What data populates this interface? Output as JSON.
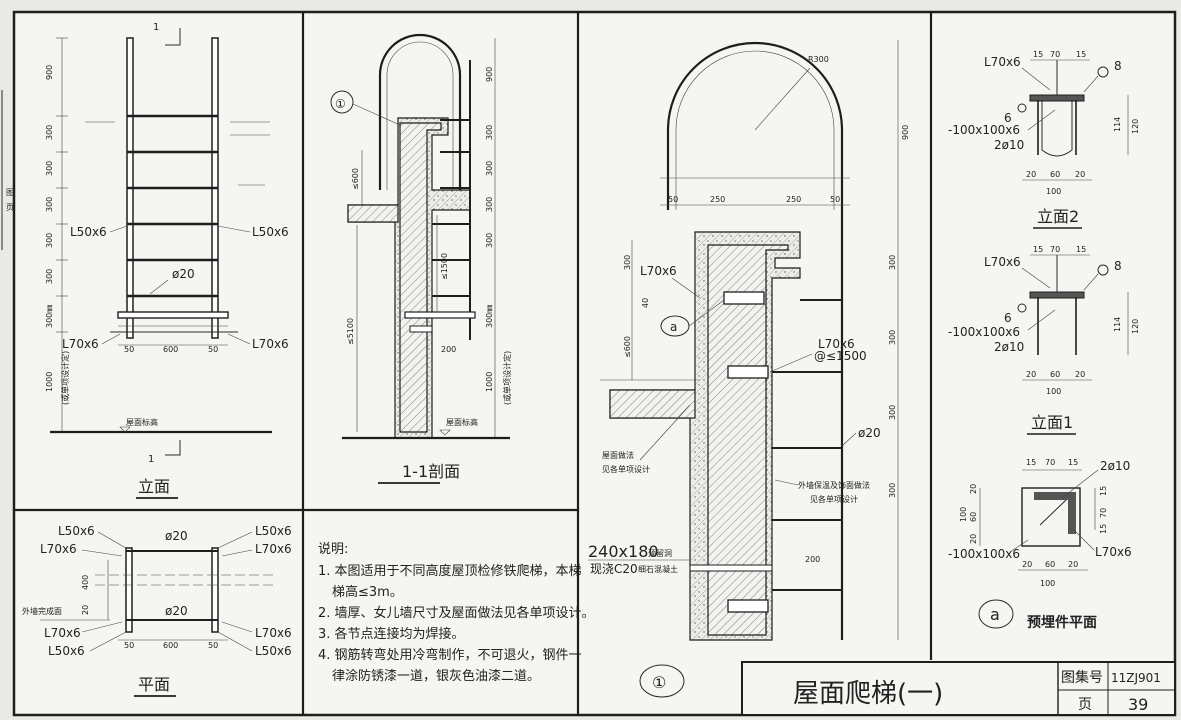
{
  "elevation": {
    "title": "立面",
    "section_mark": "1",
    "dims_left": [
      "900",
      "300",
      "300",
      "300",
      "300",
      "300",
      "300㎜"
    ],
    "dim_bottom": "1000",
    "dim_bottom_note": "(或单项设计定)",
    "width_dims": [
      "50",
      "600",
      "50"
    ],
    "labels": {
      "l50_left": "L50x6",
      "l50_right": "L50x6",
      "phi20": "ø20",
      "l70_left": "L70x6",
      "l70_right": "L70x6"
    },
    "roof_label": "屋面标高"
  },
  "section11": {
    "title": "1-1剖面",
    "callout": "①",
    "dims_right": [
      "900",
      "300",
      "300",
      "300",
      "300",
      "300㎜"
    ],
    "dim_bottom": "1000",
    "dim_bottom_note": "(或单项设计定)",
    "dims_inner": [
      "≤600",
      "≤1500",
      "≤5100"
    ],
    "dim_200": "200",
    "roof_label": "屋面标高"
  },
  "plan": {
    "title": "平面",
    "labels_left": [
      "L50x6",
      "L70x6",
      "外墙完成面",
      "L70x6",
      "L50x6"
    ],
    "labels_right": [
      "L50x6",
      "L70x6",
      "L70x6",
      "L50x6"
    ],
    "phi": [
      "ø20",
      "ø20"
    ],
    "dims": [
      "600",
      "50",
      "400",
      "20",
      "50"
    ]
  },
  "notes": {
    "heading": "说明:",
    "items": [
      "1. 本图适用于不同高度屋顶检修铁爬梯，本梯",
      "梯高≤3m。",
      "2. 墙厚、女儿墙尺寸及屋面做法见各单项设计。",
      "3. 各节点连接均为焊接。",
      "4. 钢筋转弯处用冷弯制作，不可退火，钢件一",
      "律涂防锈漆一道，银灰色油漆二道。"
    ]
  },
  "detail1": {
    "callout": "①",
    "radius": "R300",
    "top_dims": [
      "50",
      "250",
      "250",
      "50"
    ],
    "dims_right": [
      "900",
      "300",
      "300",
      "300",
      "300"
    ],
    "dims_left": [
      "300",
      "40",
      "≤600"
    ],
    "labels": {
      "l70_left": "L70x6",
      "a_mark": "a",
      "l70_right": "L70x6",
      "spacing": "@≤1500",
      "phi20": "ø20",
      "roof": "屋面做法",
      "roof2": "见各单项设计",
      "wall": "外墙保温及饰面做法",
      "wall2": "见各单项设计",
      "hole": "240x180",
      "hole_note": "预留洞",
      "conc": "现浇C20",
      "conc_note": "细石混凝土",
      "d200": "200"
    }
  },
  "embeds": {
    "elev2": {
      "title": "立面2",
      "l70": "L70x6",
      "dims_top": [
        "15",
        "70",
        "15"
      ],
      "plate": "-100x100x6",
      "bar": "2ø10",
      "six": "6",
      "eight": "8",
      "dims_bottom": [
        "20",
        "60",
        "20"
      ],
      "total": "100",
      "h1": "114",
      "h2": "120"
    },
    "elev1": {
      "title": "立面1",
      "l70": "L70x6",
      "dims_top": [
        "15",
        "70",
        "15"
      ],
      "plate": "-100x100x6",
      "bar": "2ø10",
      "six": "6",
      "eight": "8",
      "dims_bottom": [
        "20",
        "60",
        "20"
      ],
      "total": "100",
      "h1": "114",
      "h2": "120"
    },
    "plan": {
      "title": "预埋件平面",
      "mark": "a",
      "dims_top": [
        "15",
        "70",
        "15"
      ],
      "bar": "2ø10",
      "l70": "L70x6",
      "plate": "-100x100x6",
      "dims_bottom": [
        "20",
        "60",
        "20"
      ],
      "total": "100",
      "dims_left": [
        "20",
        "60",
        "20"
      ],
      "h": "100",
      "dims_right": [
        "15",
        "70",
        "15"
      ]
    }
  },
  "titleblock": {
    "title": "屋面爬梯(一)",
    "atlas_label": "图集号",
    "atlas_no": "11ZJ901",
    "page_label": "页",
    "page_no": "39"
  },
  "edge_text": [
    "图",
    "页"
  ]
}
